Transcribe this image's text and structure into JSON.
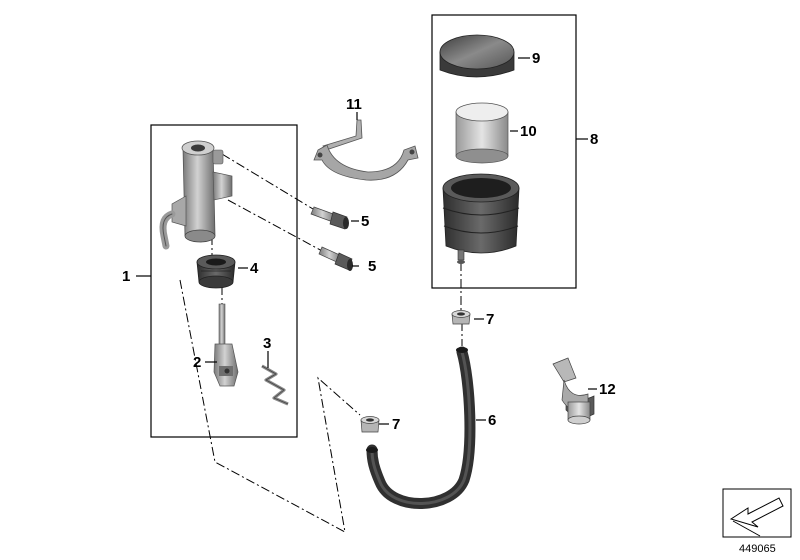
{
  "callouts": {
    "c1": "1",
    "c2": "2",
    "c3": "3",
    "c4": "4",
    "c5a": "5",
    "c5b": "5",
    "c6": "6",
    "c7a": "7",
    "c7b": "7",
    "c8": "8",
    "c9": "9",
    "c10": "10",
    "c11": "11",
    "c12": "12"
  },
  "document_number": "449065",
  "colors": {
    "part_light": "#b9b9b9",
    "part_mid": "#8e8e8e",
    "part_dark": "#4a4a4a",
    "hose": "#3a3a3a",
    "line": "#000000"
  },
  "icons": {
    "corner_badge": "arrow-down-left-icon"
  }
}
